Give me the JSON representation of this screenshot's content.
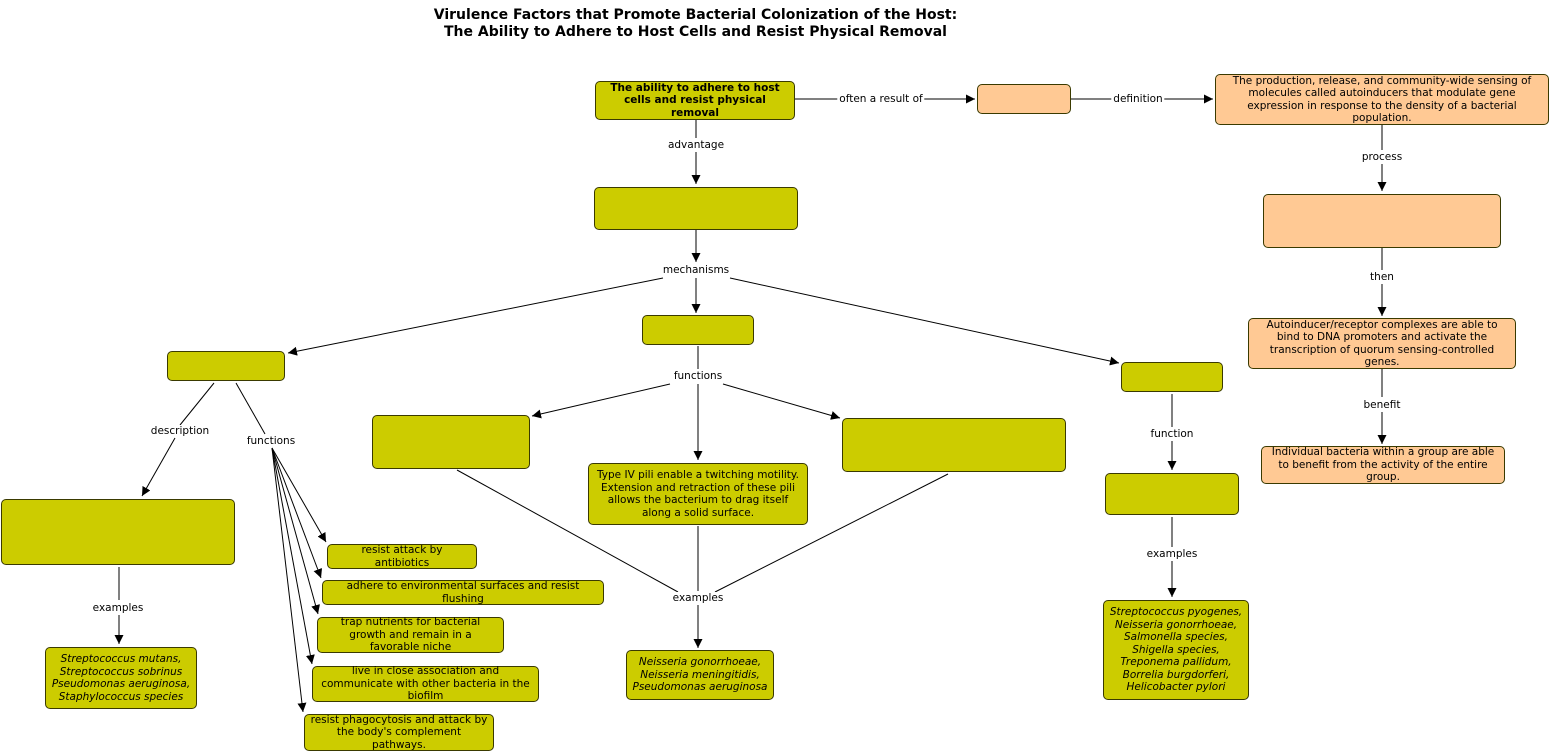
{
  "title_line1": "Virulence Factors that Promote Bacterial Colonization of the Host:",
  "title_line2": "The Ability to Adhere to Host Cells and Resist Physical Removal",
  "colors": {
    "olive": "#cccc00",
    "peach": "#ffc994",
    "line": "#000000"
  },
  "nodes": {
    "root": "The ability to adhere to host cells and resist physical removal",
    "qs_blank": "",
    "qs_definition": "The production, release, and community-wide sensing of molecules called autoinducers that modulate gene expression in response to the density of a bacterial population.",
    "qs_process_blank": "",
    "qs_then": "Autoinducer/receptor complexes are able to bind to DNA promoters and activate the transcription of quorum sensing-controlled genes.",
    "qs_benefit": "Individual bacteria within a group are able to benefit from the activity of the entire group.",
    "advantage_blank": "",
    "biofilm_blank": "",
    "biofilm_desc_blank": "",
    "biofilm_examples": "Streptococcus mutans, Streptococcus sobrinus Pseudomonas aeruginosa, Staphylococcus  species",
    "biofilm_fn1": "resist attack by antibiotics",
    "biofilm_fn2": "adhere to environmental surfaces and resist flushing",
    "biofilm_fn3": "trap nutrients for bacterial growth and remain in a favorable niche",
    "biofilm_fn4": "live in close association and communicate with other bacteria in the biofilm",
    "biofilm_fn5": "resist phagocytosis and attack by the body's complement pathways.",
    "pili_blank": "",
    "pili_fn_left_blank": "",
    "pili_fn_mid": "Type IV pili enable a twitching motility. Extension and retraction of these pili allows the bacterium to drag itself along a solid surface.",
    "pili_fn_right_blank": "",
    "pili_examples": "Neisseria gonorrhoeae, Neisseria meningitidis, Pseudomonas aeruginosa",
    "adhesin_blank": "",
    "adhesin_fn_blank": "",
    "adhesin_examples": "Streptococcus pyogenes, Neisseria gonorrhoeae, Salmonella  species, Shigella  species, Treponema pallidum, Borrelia burgdorferi, Helicobacter pylori"
  },
  "links": {
    "often_a_result_of": "often a result of",
    "definition": "definition",
    "process": "process",
    "then": "then",
    "benefit": "benefit",
    "advantage": "advantage",
    "mechanisms": "mechanisms",
    "description": "description",
    "functions_left": "functions",
    "examples_left": "examples",
    "functions_mid": "functions",
    "examples_mid": "examples",
    "function_right": "function",
    "examples_right": "examples"
  }
}
